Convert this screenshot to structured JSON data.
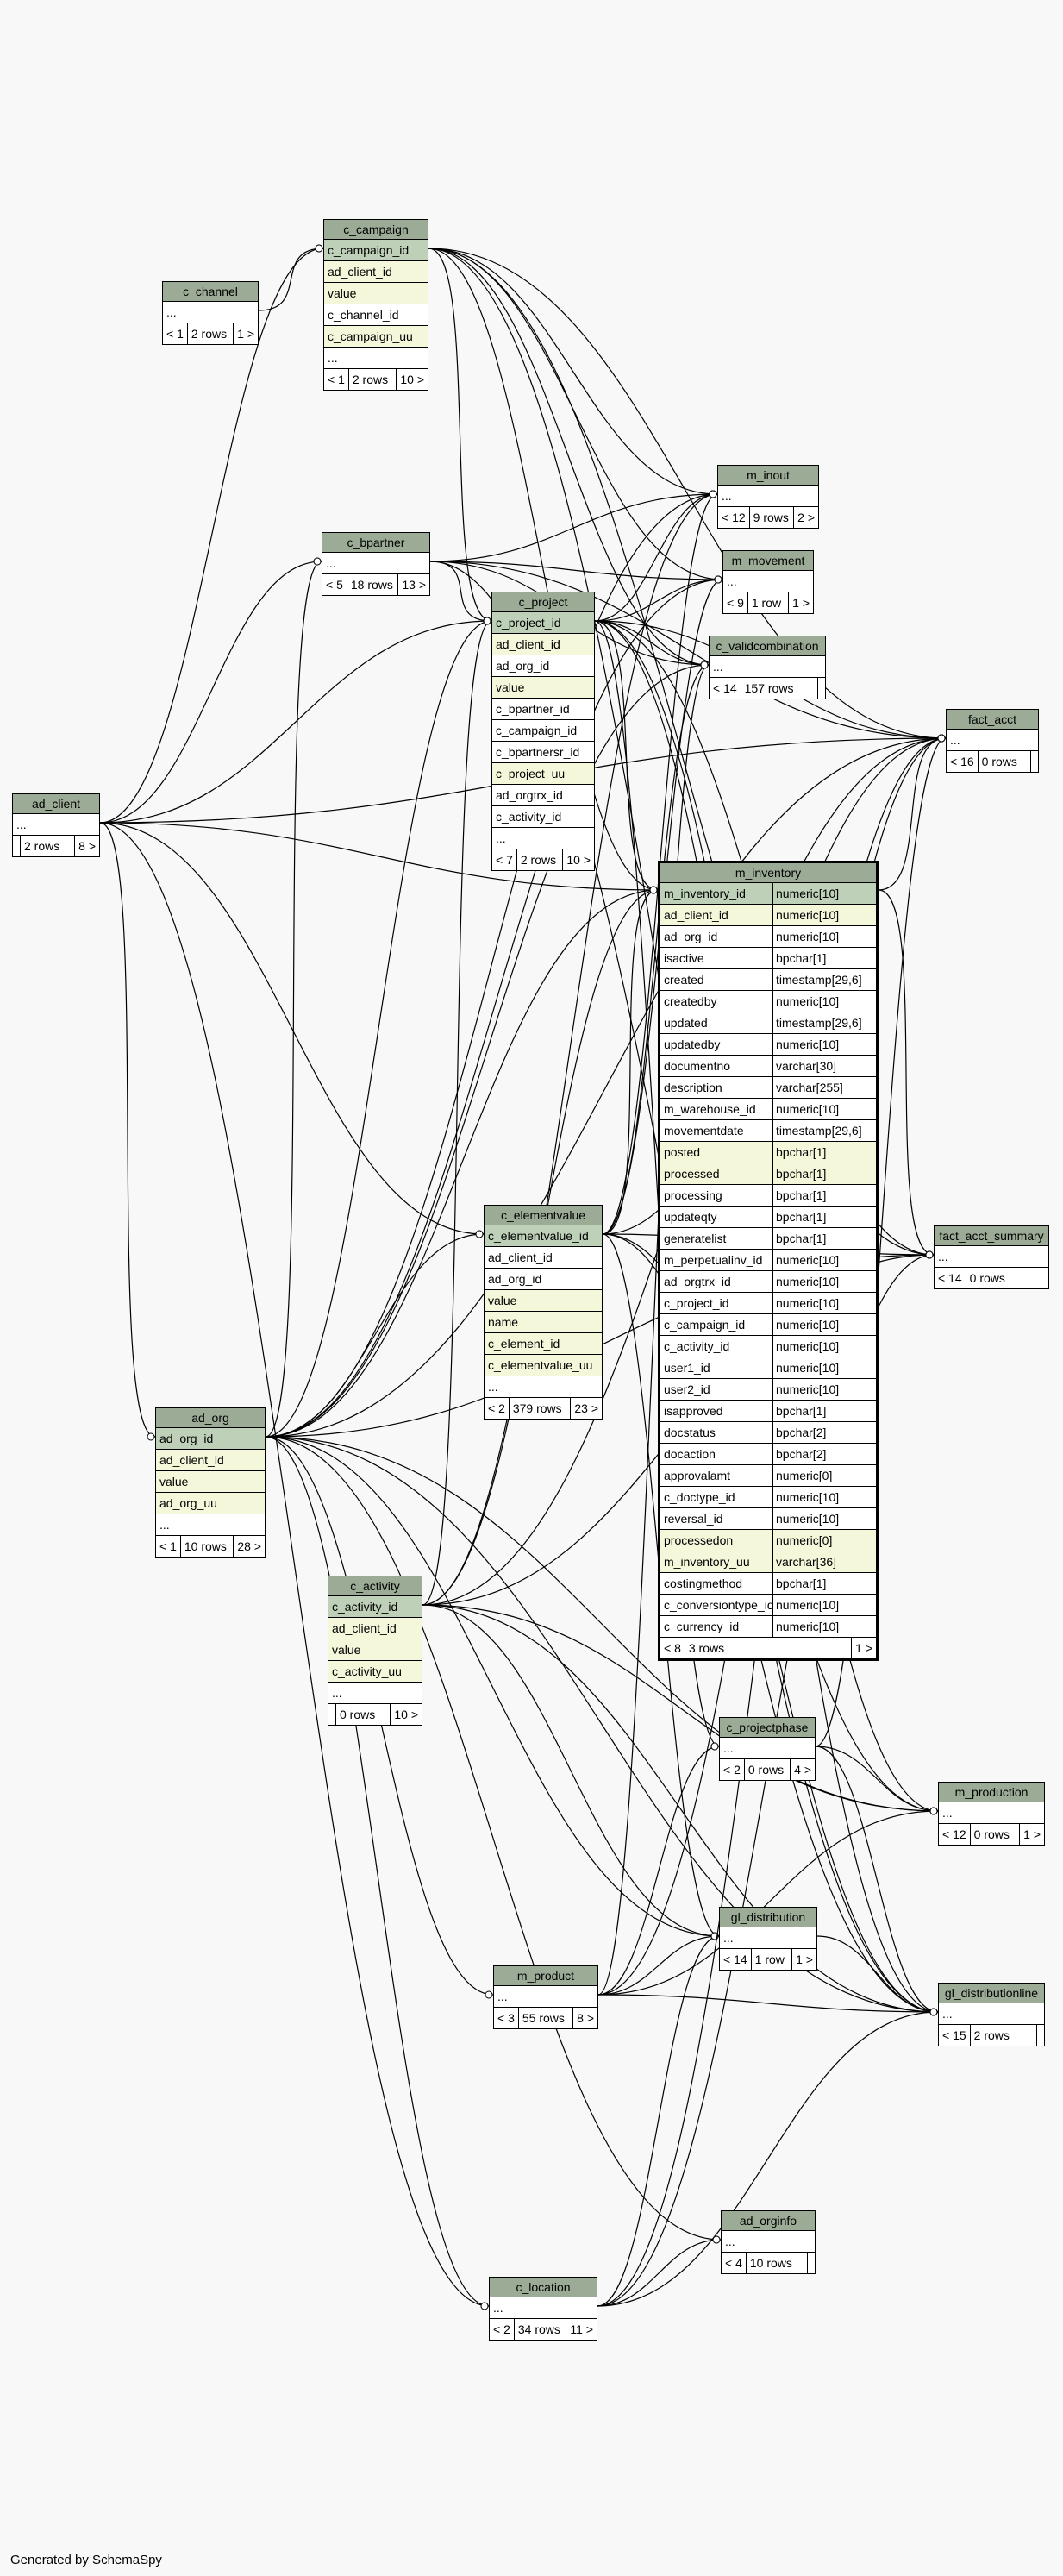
{
  "footer": "Generated by SchemaSpy",
  "tables": {
    "c_campaign": {
      "name": "c_campaign",
      "columns": [
        "c_campaign_id",
        "ad_client_id",
        "value",
        "c_channel_id",
        "c_campaign_uu",
        "..."
      ],
      "kinds": [
        "pk",
        "key",
        "key",
        "",
        "key",
        ""
      ],
      "rows_left": "< 1",
      "rows": "2 rows",
      "rows_right": "10 >"
    },
    "c_channel": {
      "name": "c_channel",
      "columns": [
        "..."
      ],
      "kinds": [
        ""
      ],
      "rows_left": "< 1",
      "rows": "2 rows",
      "rows_right": "1 >"
    },
    "m_inout": {
      "name": "m_inout",
      "columns": [
        "..."
      ],
      "kinds": [
        ""
      ],
      "rows_left": "< 12",
      "rows": "9 rows",
      "rows_right": "2 >"
    },
    "c_bpartner": {
      "name": "c_bpartner",
      "columns": [
        "..."
      ],
      "kinds": [
        ""
      ],
      "rows_left": "< 5",
      "rows": "18 rows",
      "rows_right": "13 >"
    },
    "m_movement": {
      "name": "m_movement",
      "columns": [
        "..."
      ],
      "kinds": [
        ""
      ],
      "rows_left": "< 9",
      "rows": "1 row",
      "rows_right": "1 >"
    },
    "c_project": {
      "name": "c_project",
      "columns": [
        "c_project_id",
        "ad_client_id",
        "ad_org_id",
        "value",
        "c_bpartner_id",
        "c_campaign_id",
        "c_bpartnersr_id",
        "c_project_uu",
        "ad_orgtrx_id",
        "c_activity_id",
        "..."
      ],
      "kinds": [
        "pk",
        "key",
        "",
        "key",
        "",
        "",
        "",
        "key",
        "",
        "",
        ""
      ],
      "rows_left": "< 7",
      "rows": "2 rows",
      "rows_right": "10 >"
    },
    "c_validcombination": {
      "name": "c_validcombination",
      "columns": [
        "..."
      ],
      "kinds": [
        ""
      ],
      "rows_left": "< 14",
      "rows": "157 rows",
      "rows_right": ""
    },
    "fact_acct": {
      "name": "fact_acct",
      "columns": [
        "..."
      ],
      "kinds": [
        ""
      ],
      "rows_left": "< 16",
      "rows": "0 rows",
      "rows_right": ""
    },
    "ad_client": {
      "name": "ad_client",
      "columns": [
        "..."
      ],
      "kinds": [
        ""
      ],
      "rows_left": "",
      "rows": "2 rows",
      "rows_right": "8 >"
    },
    "m_inventory": {
      "name": "m_inventory",
      "columns": [
        [
          "m_inventory_id",
          "numeric[10]",
          "pk"
        ],
        [
          "ad_client_id",
          "numeric[10]",
          "key"
        ],
        [
          "ad_org_id",
          "numeric[10]",
          ""
        ],
        [
          "isactive",
          "bpchar[1]",
          ""
        ],
        [
          "created",
          "timestamp[29,6]",
          ""
        ],
        [
          "createdby",
          "numeric[10]",
          ""
        ],
        [
          "updated",
          "timestamp[29,6]",
          ""
        ],
        [
          "updatedby",
          "numeric[10]",
          ""
        ],
        [
          "documentno",
          "varchar[30]",
          ""
        ],
        [
          "description",
          "varchar[255]",
          ""
        ],
        [
          "m_warehouse_id",
          "numeric[10]",
          ""
        ],
        [
          "movementdate",
          "timestamp[29,6]",
          ""
        ],
        [
          "posted",
          "bpchar[1]",
          "key"
        ],
        [
          "processed",
          "bpchar[1]",
          "key"
        ],
        [
          "processing",
          "bpchar[1]",
          ""
        ],
        [
          "updateqty",
          "bpchar[1]",
          ""
        ],
        [
          "generatelist",
          "bpchar[1]",
          ""
        ],
        [
          "m_perpetualinv_id",
          "numeric[10]",
          ""
        ],
        [
          "ad_orgtrx_id",
          "numeric[10]",
          ""
        ],
        [
          "c_project_id",
          "numeric[10]",
          ""
        ],
        [
          "c_campaign_id",
          "numeric[10]",
          ""
        ],
        [
          "c_activity_id",
          "numeric[10]",
          ""
        ],
        [
          "user1_id",
          "numeric[10]",
          ""
        ],
        [
          "user2_id",
          "numeric[10]",
          ""
        ],
        [
          "isapproved",
          "bpchar[1]",
          ""
        ],
        [
          "docstatus",
          "bpchar[2]",
          ""
        ],
        [
          "docaction",
          "bpchar[2]",
          ""
        ],
        [
          "approvalamt",
          "numeric[0]",
          ""
        ],
        [
          "c_doctype_id",
          "numeric[10]",
          ""
        ],
        [
          "reversal_id",
          "numeric[10]",
          ""
        ],
        [
          "processedon",
          "numeric[0]",
          "key"
        ],
        [
          "m_inventory_uu",
          "varchar[36]",
          "key"
        ],
        [
          "costingmethod",
          "bpchar[1]",
          ""
        ],
        [
          "c_conversiontype_id",
          "numeric[10]",
          ""
        ],
        [
          "c_currency_id",
          "numeric[10]",
          ""
        ]
      ],
      "rows_left": "< 8",
      "rows": "3 rows",
      "rows_right": "1 >"
    },
    "c_elementvalue": {
      "name": "c_elementvalue",
      "columns": [
        "c_elementvalue_id",
        "ad_client_id",
        "ad_org_id",
        "value",
        "name",
        "c_element_id",
        "c_elementvalue_uu",
        "..."
      ],
      "kinds": [
        "pk",
        "",
        "",
        "key",
        "key",
        "key",
        "key",
        ""
      ],
      "rows_left": "< 2",
      "rows": "379 rows",
      "rows_right": "23 >"
    },
    "fact_acct_summary": {
      "name": "fact_acct_summary",
      "columns": [
        "..."
      ],
      "kinds": [
        ""
      ],
      "rows_left": "< 14",
      "rows": "0 rows",
      "rows_right": ""
    },
    "ad_org": {
      "name": "ad_org",
      "columns": [
        "ad_org_id",
        "ad_client_id",
        "value",
        "ad_org_uu",
        "..."
      ],
      "kinds": [
        "pk",
        "key",
        "key",
        "key",
        ""
      ],
      "rows_left": "< 1",
      "rows": "10 rows",
      "rows_right": "28 >"
    },
    "c_activity": {
      "name": "c_activity",
      "columns": [
        "c_activity_id",
        "ad_client_id",
        "value",
        "c_activity_uu",
        "..."
      ],
      "kinds": [
        "pk",
        "key",
        "key",
        "key",
        ""
      ],
      "rows_left": "",
      "rows": "0 rows",
      "rows_right": "10 >"
    },
    "c_projectphase": {
      "name": "c_projectphase",
      "columns": [
        "..."
      ],
      "kinds": [
        ""
      ],
      "rows_left": "< 2",
      "rows": "0 rows",
      "rows_right": "4 >"
    },
    "m_production": {
      "name": "m_production",
      "columns": [
        "..."
      ],
      "kinds": [
        ""
      ],
      "rows_left": "< 12",
      "rows": "0 rows",
      "rows_right": "1 >"
    },
    "gl_distribution": {
      "name": "gl_distribution",
      "columns": [
        "..."
      ],
      "kinds": [
        ""
      ],
      "rows_left": "< 14",
      "rows": "1 row",
      "rows_right": "1 >"
    },
    "m_product": {
      "name": "m_product",
      "columns": [
        "..."
      ],
      "kinds": [
        ""
      ],
      "rows_left": "< 3",
      "rows": "55 rows",
      "rows_right": "8 >"
    },
    "gl_distributionline": {
      "name": "gl_distributionline",
      "columns": [
        "..."
      ],
      "kinds": [
        ""
      ],
      "rows_left": "< 15",
      "rows": "2 rows",
      "rows_right": ""
    },
    "ad_orginfo": {
      "name": "ad_orginfo",
      "columns": [
        "..."
      ],
      "kinds": [
        ""
      ],
      "rows_left": "< 4",
      "rows": "10 rows",
      "rows_right": ""
    },
    "c_location": {
      "name": "c_location",
      "columns": [
        "..."
      ],
      "kinds": [
        ""
      ],
      "rows_left": "< 2",
      "rows": "34 rows",
      "rows_right": "11 >"
    }
  }
}
